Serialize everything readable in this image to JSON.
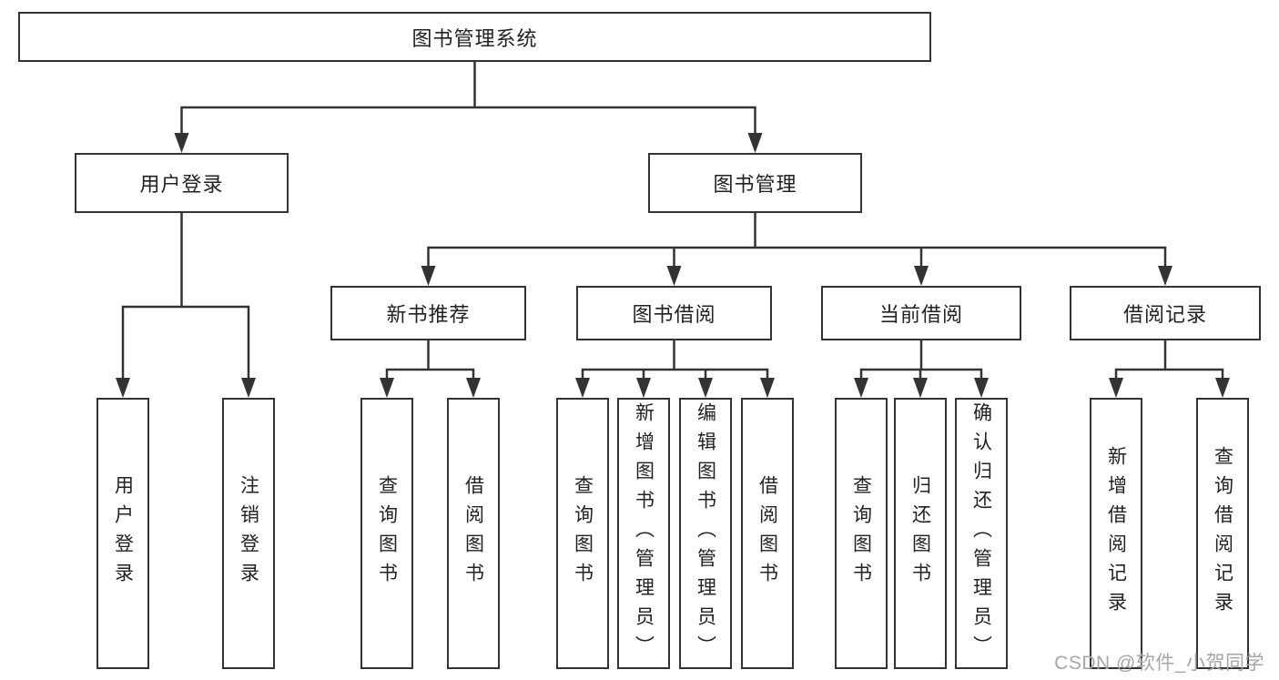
{
  "tree": {
    "root": {
      "label": "图书管理系统",
      "children": [
        {
          "label": "用户登录",
          "children": [
            {
              "label": "用户登录"
            },
            {
              "label": "注销登录"
            }
          ]
        },
        {
          "label": "图书管理",
          "children": [
            {
              "label": "新书推荐",
              "children": [
                {
                  "label": "查询图书"
                },
                {
                  "label": "借阅图书"
                }
              ]
            },
            {
              "label": "图书借阅",
              "children": [
                {
                  "label": "查询图书"
                },
                {
                  "label": "新增图书（管理员）"
                },
                {
                  "label": "编辑图书（管理员）"
                },
                {
                  "label": "借阅图书"
                }
              ]
            },
            {
              "label": "当前借阅",
              "children": [
                {
                  "label": "查询图书"
                },
                {
                  "label": "归还图书"
                },
                {
                  "label": "确认归还（管理员）"
                }
              ]
            },
            {
              "label": "借阅记录",
              "children": [
                {
                  "label": "新增借阅记录"
                },
                {
                  "label": "查询借阅记录"
                }
              ]
            }
          ]
        }
      ]
    }
  },
  "watermark": {
    "text": "CSDN @软件_小贺同学"
  },
  "colors": {
    "line": "#333333",
    "box_border": "#333333",
    "text": "#222222",
    "watermark_text": "#a5a5aa",
    "background": "#ffffff"
  }
}
